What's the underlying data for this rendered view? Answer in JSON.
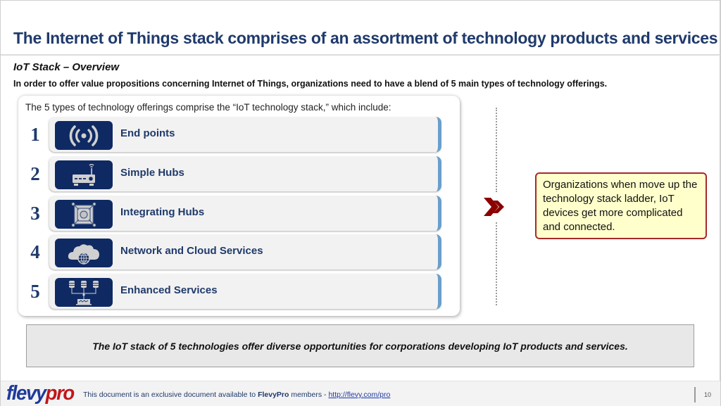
{
  "slide": {
    "title": "The Internet of Things stack comprises of an assortment of technology products and services",
    "subtitle": "IoT Stack – Overview",
    "intro": "In order to offer value propositions concerning Internet of Things, organizations need to have a blend of 5 main types of technology offerings."
  },
  "stack": {
    "caption": "The 5 types of technology offerings comprise the “IoT technology stack,” which include:",
    "items": [
      {
        "number": "1",
        "label": "End points",
        "icon": "wireless-signal-icon"
      },
      {
        "number": "2",
        "label": "Simple Hubs",
        "icon": "router-icon"
      },
      {
        "number": "3",
        "label": "Integrating Hubs",
        "icon": "hub-chip-icon"
      },
      {
        "number": "4",
        "label": "Network and Cloud Services",
        "icon": "cloud-globe-icon"
      },
      {
        "number": "5",
        "label": "Enhanced Services",
        "icon": "database-network-icon"
      }
    ]
  },
  "note": {
    "text": "Organizations when move up the technology stack ladder, IoT devices get more complicated and connected."
  },
  "conclusion": {
    "text": "The IoT stack of 5 technologies offer diverse opportunities for corporations developing IoT products and services."
  },
  "footer": {
    "logo_part1": "flevy",
    "logo_part2": "pro",
    "text_prefix": "This document is an exclusive document available to ",
    "text_brand": "FlevyPro",
    "text_suffix": " members - ",
    "link": "http://flevy.com/pro",
    "page_number": "10"
  },
  "colors": {
    "title": "#1f3a6b",
    "icon_bg": "#0f2a63",
    "card_accent": "#6a9fcb",
    "chevron": "#8b0000",
    "note_bg": "#ffffcc",
    "note_border": "#a52a2a",
    "conclusion_bg": "#e8e8e8"
  }
}
